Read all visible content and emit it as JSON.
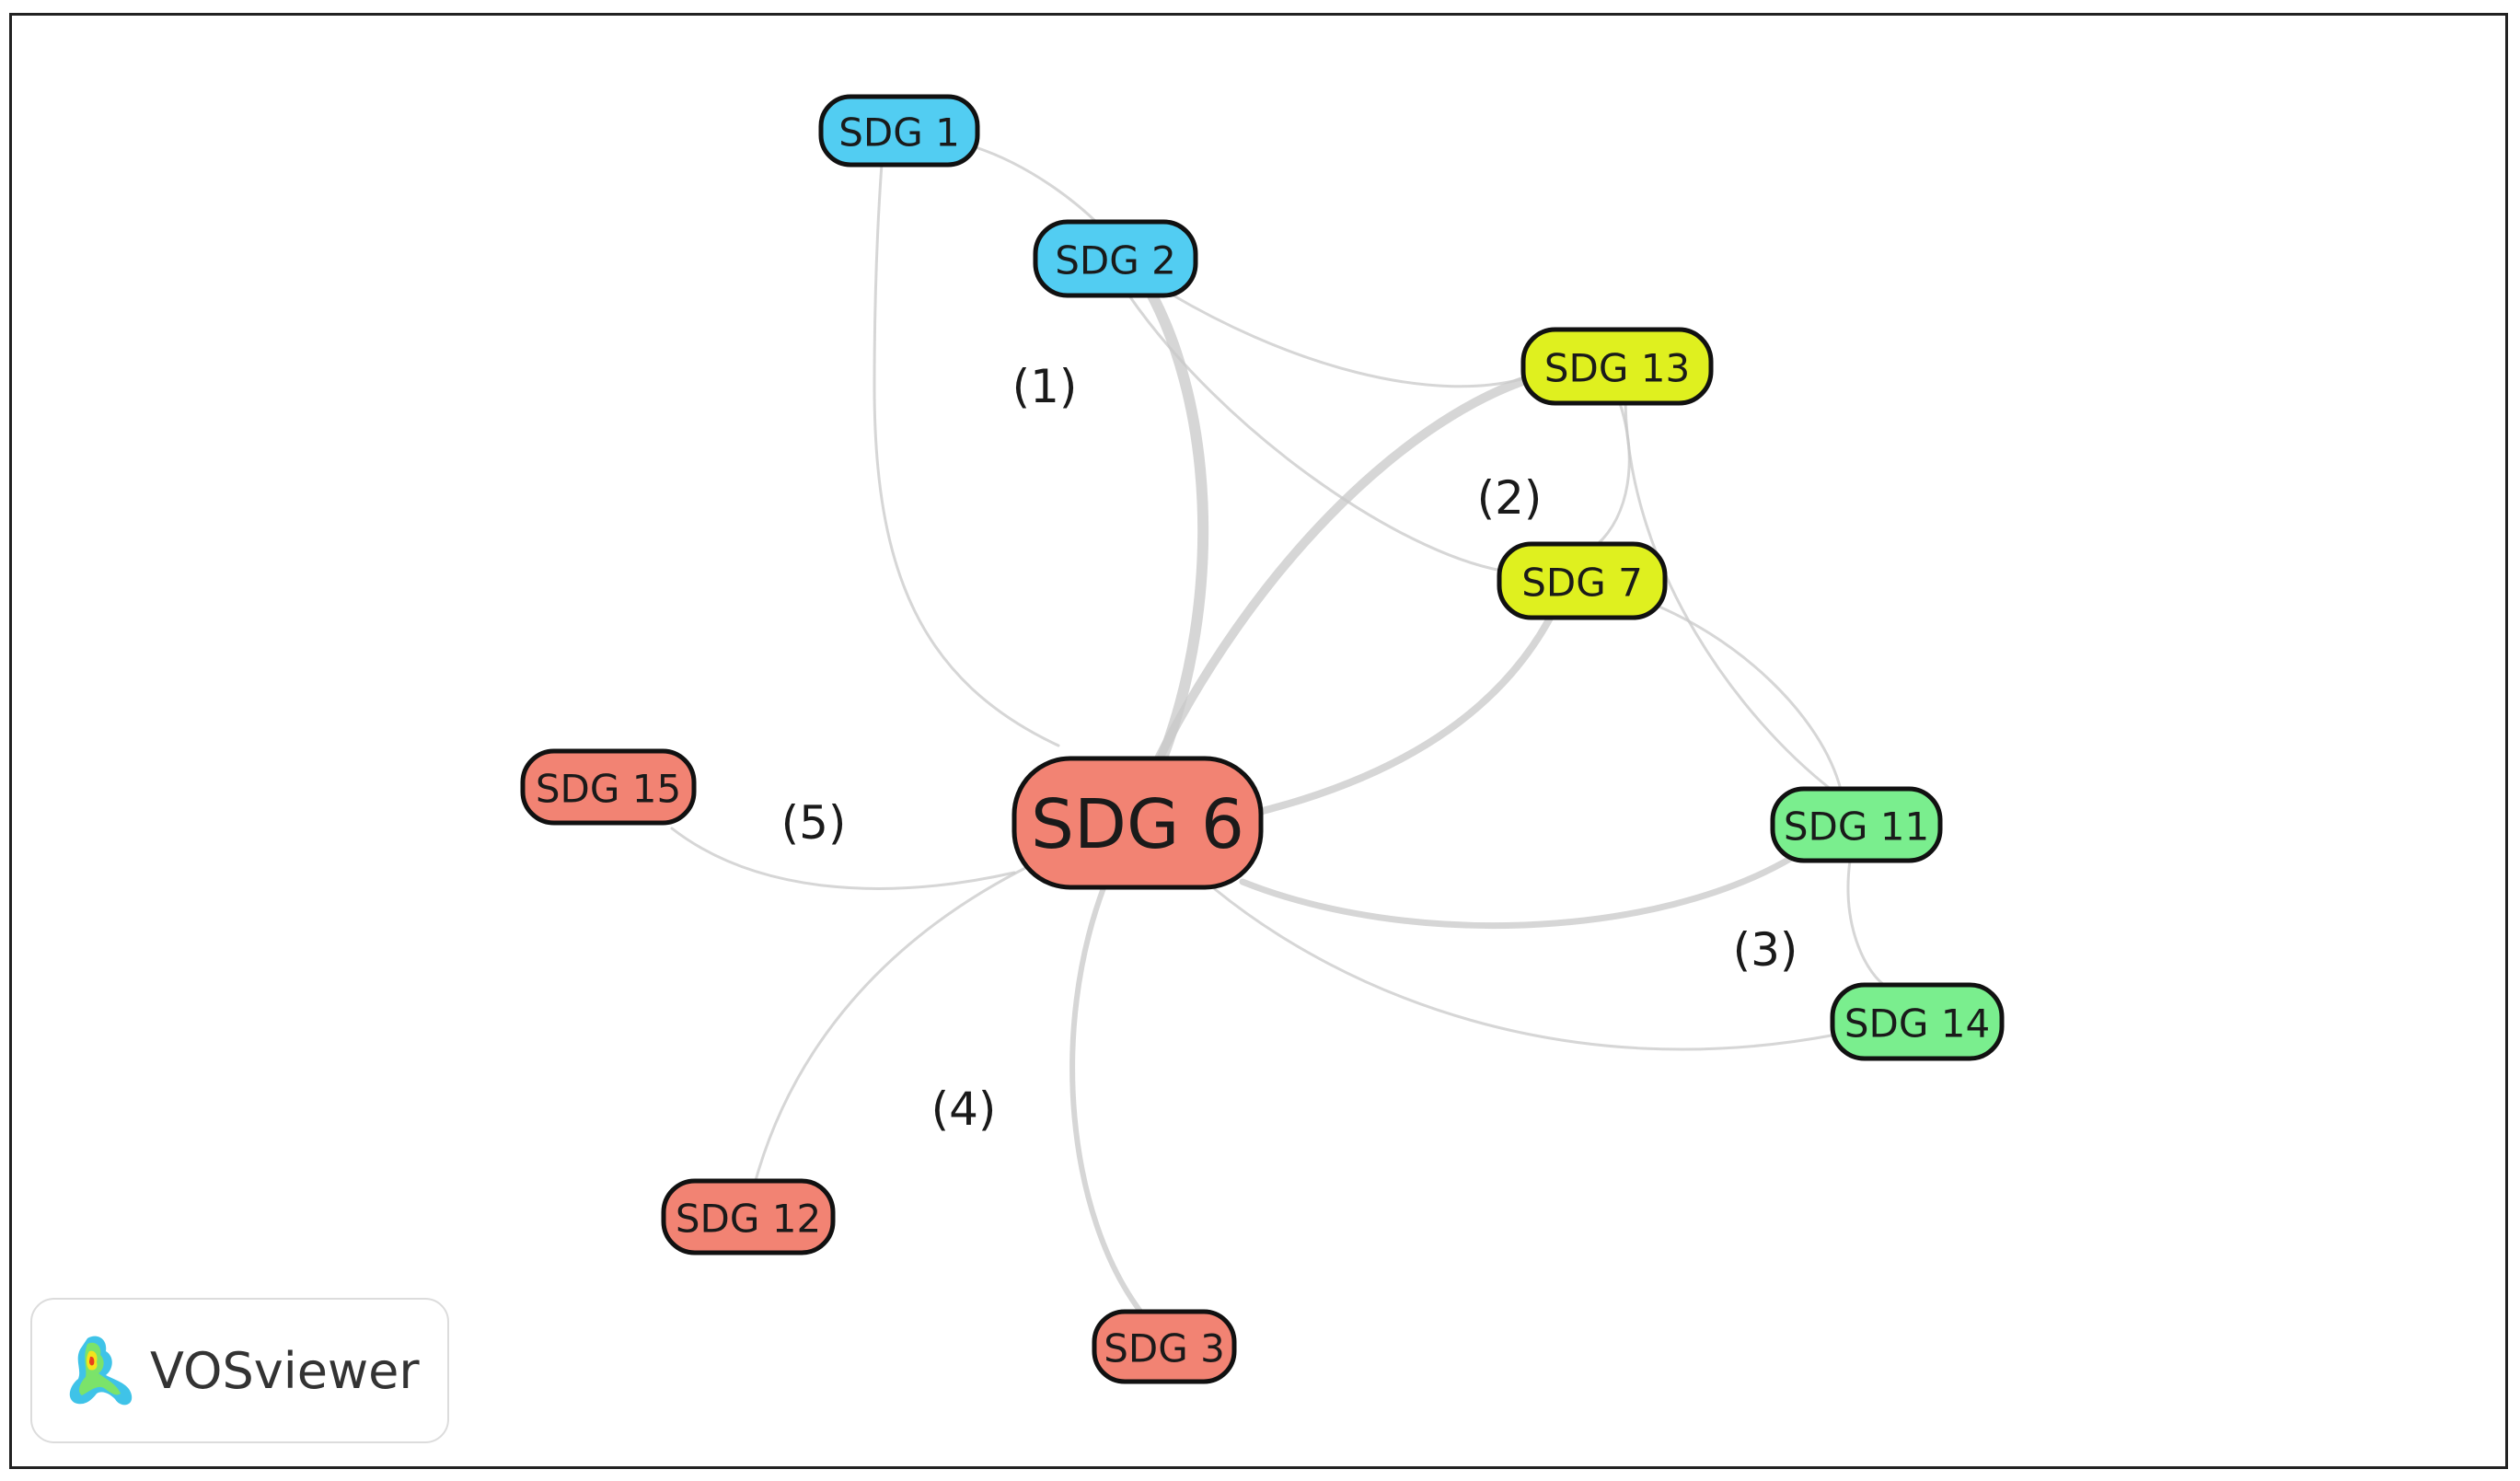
{
  "nodes": [
    {
      "id": "sdg1",
      "label": "SDG 1",
      "color": "#52cdf2"
    },
    {
      "id": "sdg2",
      "label": "SDG 2",
      "color": "#52cdf2"
    },
    {
      "id": "sdg13",
      "label": "SDG 13",
      "color": "#dff01f"
    },
    {
      "id": "sdg7",
      "label": "SDG 7",
      "color": "#dff01f"
    },
    {
      "id": "sdg6",
      "label": "SDG 6",
      "color": "#f28373"
    },
    {
      "id": "sdg15",
      "label": "SDG 15",
      "color": "#f28373"
    },
    {
      "id": "sdg11",
      "label": "SDG 11",
      "color": "#7aee8e"
    },
    {
      "id": "sdg14",
      "label": "SDG 14",
      "color": "#7aee8e"
    },
    {
      "id": "sdg12",
      "label": "SDG 12",
      "color": "#f28373"
    },
    {
      "id": "sdg3",
      "label": "SDG 3",
      "color": "#f28373"
    }
  ],
  "edges": [
    {
      "from": "sdg6",
      "to": "sdg2"
    },
    {
      "from": "sdg6",
      "to": "sdg13"
    },
    {
      "from": "sdg6",
      "to": "sdg7"
    },
    {
      "from": "sdg6",
      "to": "sdg11"
    },
    {
      "from": "sdg6",
      "to": "sdg14"
    },
    {
      "from": "sdg6",
      "to": "sdg1"
    },
    {
      "from": "sdg6",
      "to": "sdg15"
    },
    {
      "from": "sdg6",
      "to": "sdg12"
    },
    {
      "from": "sdg6",
      "to": "sdg3"
    },
    {
      "from": "sdg1",
      "to": "sdg2"
    },
    {
      "from": "sdg2",
      "to": "sdg13"
    },
    {
      "from": "sdg2",
      "to": "sdg7"
    },
    {
      "from": "sdg13",
      "to": "sdg7"
    },
    {
      "from": "sdg13",
      "to": "sdg11"
    },
    {
      "from": "sdg7",
      "to": "sdg11"
    },
    {
      "from": "sdg11",
      "to": "sdg14"
    }
  ],
  "cluster_labels": [
    {
      "id": "c1",
      "label": "(1)"
    },
    {
      "id": "c2",
      "label": "(2)"
    },
    {
      "id": "c3",
      "label": "(3)"
    },
    {
      "id": "c4",
      "label": "(4)"
    },
    {
      "id": "c5",
      "label": "(5)"
    }
  ],
  "logo": {
    "text": "VOSviewer"
  }
}
